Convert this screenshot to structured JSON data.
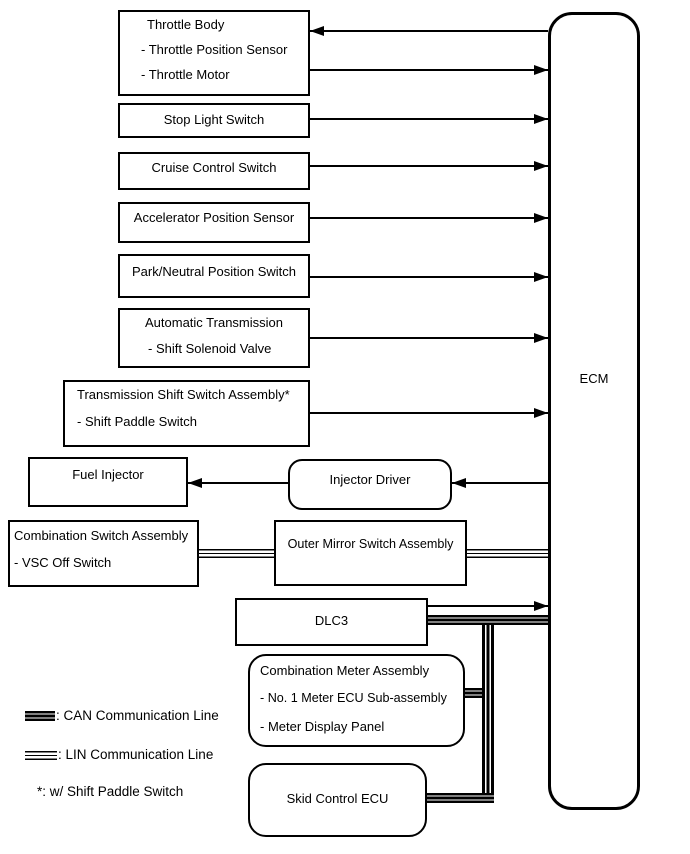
{
  "ecm": {
    "label": "ECM"
  },
  "boxes": {
    "throttle_body": {
      "title": "Throttle Body",
      "items": [
        "- Throttle Position Sensor",
        "- Throttle Motor"
      ]
    },
    "stop_light_switch": {
      "title": "Stop Light Switch"
    },
    "cruise_control_switch": {
      "title": "Cruise Control Switch"
    },
    "accelerator_position_sensor": {
      "title": "Accelerator Position Sensor"
    },
    "park_neutral_position_switch": {
      "title": "Park/Neutral Position Switch"
    },
    "automatic_transmission": {
      "title": "Automatic Transmission",
      "items": [
        "- Shift Solenoid Valve"
      ]
    },
    "transmission_shift_switch_assembly": {
      "title": "Transmission Shift Switch Assembly*",
      "items": [
        "- Shift Paddle Switch"
      ]
    },
    "fuel_injector": {
      "title": "Fuel Injector"
    },
    "combination_switch_assembly": {
      "title": "Combination Switch Assembly",
      "items": [
        "- VSC Off Switch"
      ]
    },
    "injector_driver": {
      "title": "Injector Driver"
    },
    "outer_mirror_switch_assembly": {
      "title": "Outer Mirror Switch Assembly"
    },
    "dlc3": {
      "title": "DLC3"
    },
    "combination_meter_assembly": {
      "title": "Combination Meter Assembly",
      "items": [
        "- No. 1 Meter ECU Sub-assembly",
        "- Meter Display Panel"
      ]
    },
    "skid_control_ecu": {
      "title": "Skid Control ECU"
    }
  },
  "legend": {
    "can": ": CAN Communication Line",
    "lin": ": LIN Communication Line",
    "note": "*: w/ Shift Paddle Switch"
  },
  "colors": {
    "line": "#000000",
    "background": "#ffffff"
  }
}
